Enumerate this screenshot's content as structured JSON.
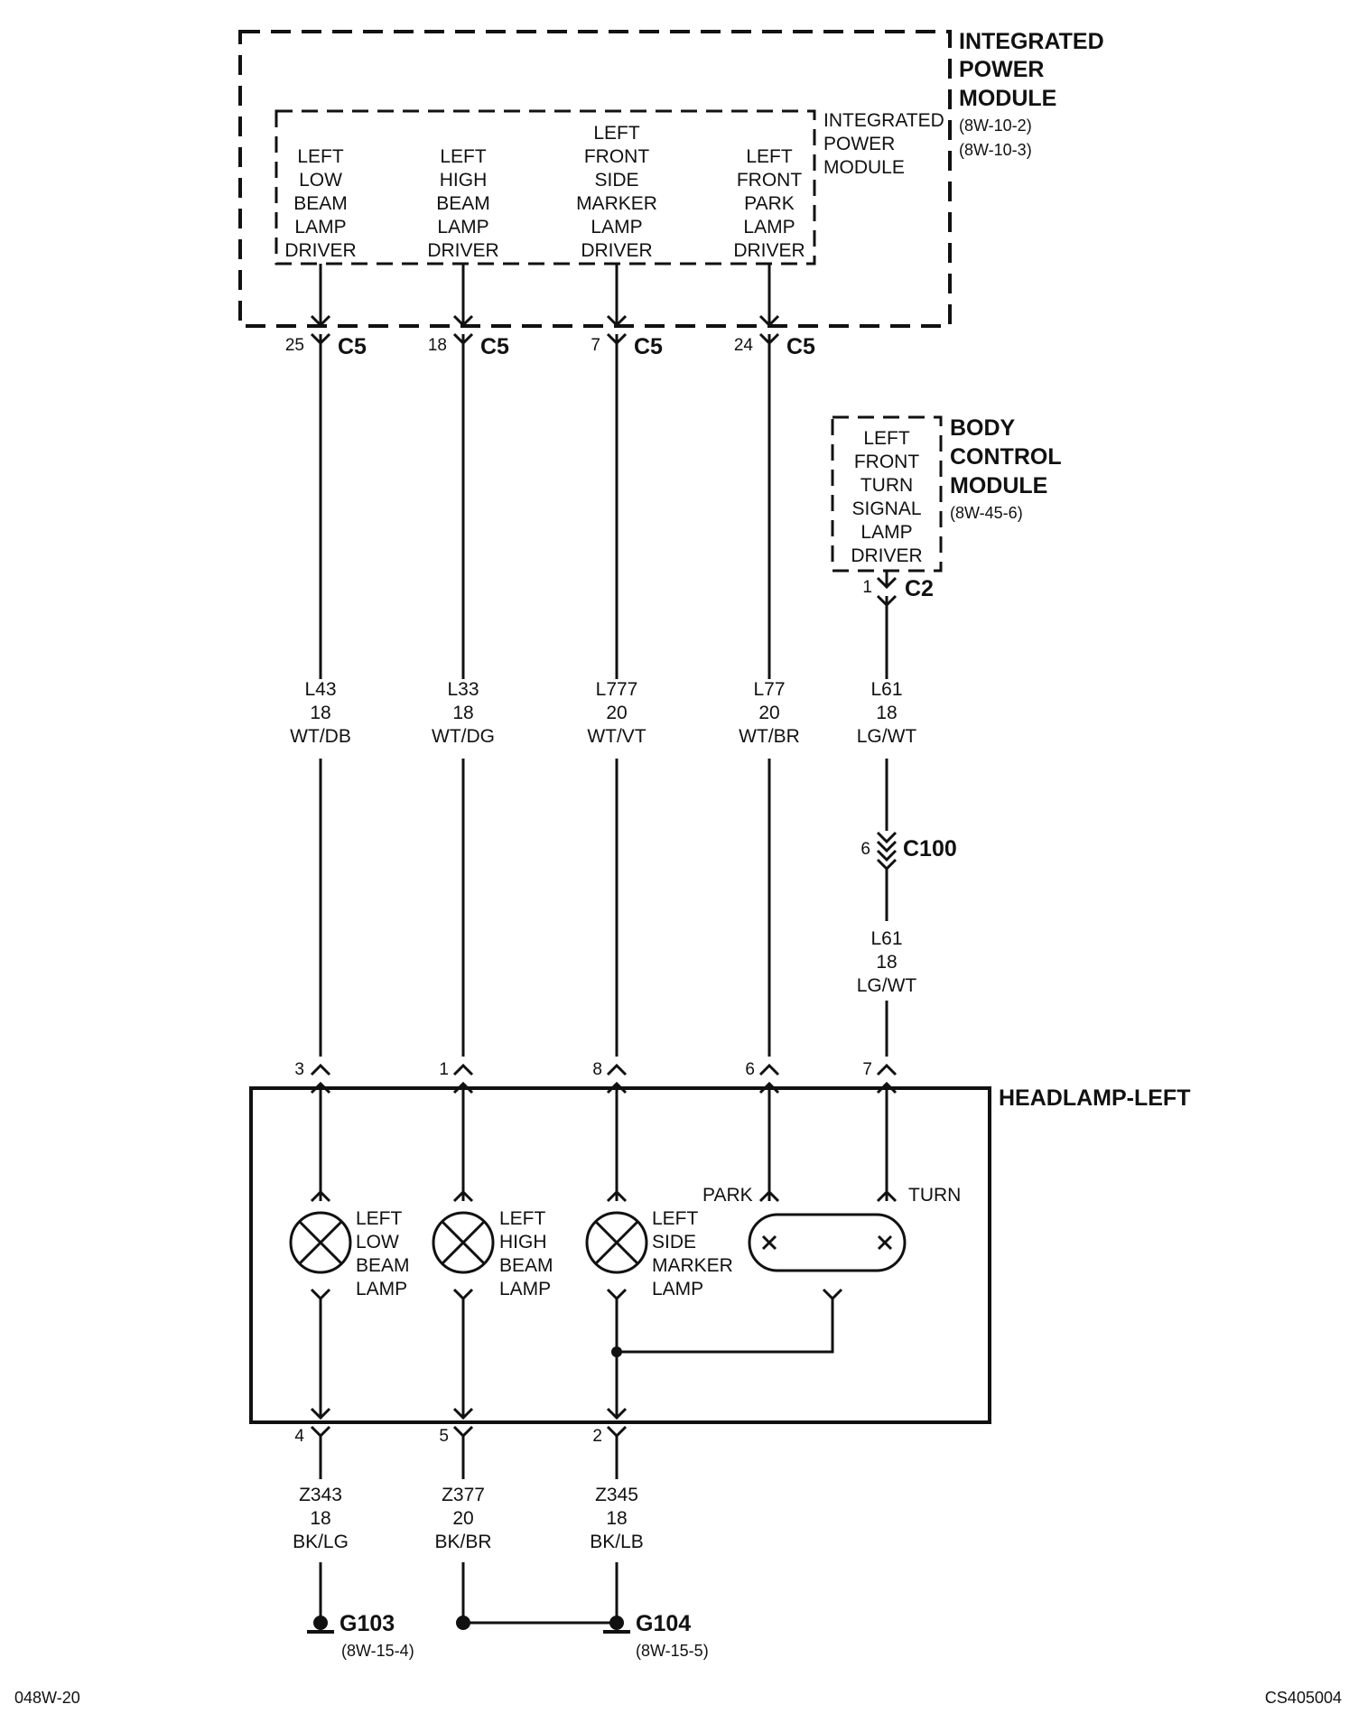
{
  "ipm": {
    "outer_title": [
      "INTEGRATED",
      "POWER",
      "MODULE"
    ],
    "outer_refs": [
      "(8W-10-2)",
      "(8W-10-3)"
    ],
    "inner_title": [
      "INTEGRATED",
      "POWER",
      "MODULE"
    ],
    "drivers": [
      {
        "lines": [
          "LEFT",
          "LOW",
          "BEAM",
          "LAMP",
          "DRIVER"
        ],
        "pin": "25",
        "connector": "C5"
      },
      {
        "lines": [
          "LEFT",
          "HIGH",
          "BEAM",
          "LAMP",
          "DRIVER"
        ],
        "pin": "18",
        "connector": "C5"
      },
      {
        "lines": [
          "LEFT",
          "FRONT",
          "SIDE",
          "MARKER",
          "LAMP",
          "DRIVER"
        ],
        "pin": "7",
        "connector": "C5"
      },
      {
        "lines": [
          "LEFT",
          "FRONT",
          "PARK",
          "LAMP",
          "DRIVER"
        ],
        "pin": "24",
        "connector": "C5"
      }
    ]
  },
  "bcm": {
    "title": [
      "BODY",
      "CONTROL",
      "MODULE"
    ],
    "ref": "(8W-45-6)",
    "driver": [
      "LEFT",
      "FRONT",
      "TURN",
      "SIGNAL",
      "LAMP",
      "DRIVER"
    ],
    "pin": "1",
    "connector": "C2"
  },
  "wires": [
    {
      "circuit": "L43",
      "gauge": "18",
      "color": "WT/DB"
    },
    {
      "circuit": "L33",
      "gauge": "18",
      "color": "WT/DG"
    },
    {
      "circuit": "L777",
      "gauge": "20",
      "color": "WT/VT"
    },
    {
      "circuit": "L77",
      "gauge": "20",
      "color": "WT/BR"
    },
    {
      "circuit": "L61",
      "gauge": "18",
      "color": "LG/WT"
    }
  ],
  "inline_connector": {
    "pin": "6",
    "name": "C100"
  },
  "wire_after_c100": {
    "circuit": "L61",
    "gauge": "18",
    "color": "LG/WT"
  },
  "headlamp": {
    "title": "HEADLAMP-LEFT",
    "top_pins": [
      "3",
      "1",
      "8",
      "6",
      "7"
    ],
    "bottom_pins": [
      "4",
      "5",
      "2"
    ],
    "lamps": [
      [
        "LEFT",
        "LOW",
        "BEAM",
        "LAMP"
      ],
      [
        "LEFT",
        "HIGH",
        "BEAM",
        "LAMP"
      ],
      [
        "LEFT",
        "SIDE",
        "MARKER",
        "LAMP"
      ]
    ],
    "park_label": "PARK",
    "turn_label": "TURN"
  },
  "ground_wires": [
    {
      "circuit": "Z343",
      "gauge": "18",
      "color": "BK/LG"
    },
    {
      "circuit": "Z377",
      "gauge": "20",
      "color": "BK/BR"
    },
    {
      "circuit": "Z345",
      "gauge": "18",
      "color": "BK/LB"
    }
  ],
  "grounds": [
    {
      "name": "G103",
      "ref": "(8W-15-4)"
    },
    {
      "name": "G104",
      "ref": "(8W-15-5)"
    }
  ],
  "footer": {
    "left": "048W-20",
    "right": "CS405004"
  }
}
